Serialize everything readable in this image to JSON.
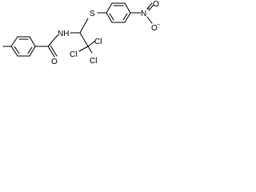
{
  "molecule": {
    "atoms": {
      "nh": "NH",
      "s": "S",
      "o_carbonyl": "O",
      "n_nitro": "N",
      "o_nitro_double": "O",
      "o_nitro_minus": "O",
      "cl_1": "Cl",
      "cl_2": "Cl",
      "cl_3": "Cl"
    },
    "charges": {
      "n_plus": "+",
      "o_minus": "−"
    },
    "colors": {
      "bond": "#000000",
      "label": "#000000",
      "background": "#ffffff"
    }
  }
}
